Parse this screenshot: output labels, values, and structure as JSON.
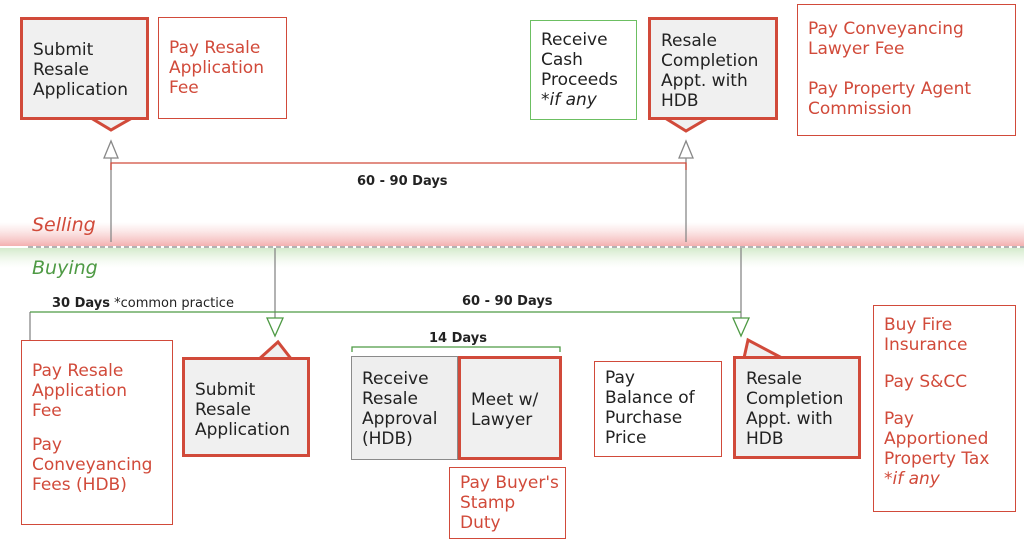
{
  "sections": {
    "selling": "Selling",
    "buying": "Buying"
  },
  "selling": {
    "submit": [
      "Submit",
      "Resale",
      "Application"
    ],
    "resale_fee": [
      "Pay Resale",
      "Application",
      "Fee"
    ],
    "receive_cash": [
      "Receive",
      "Cash",
      "Proceeds"
    ],
    "receive_cash_note": "*if any",
    "completion": [
      "Resale",
      "Completion",
      "Appt. with",
      "HDB"
    ],
    "lawyer_fee": [
      "Pay Conveyancing",
      "Lawyer Fee"
    ],
    "agent_commission": [
      "Pay Property Agent",
      "Commission"
    ],
    "span_label": "60 - 90 Days"
  },
  "buying": {
    "fees": [
      "Pay Resale",
      "Application",
      "Fee"
    ],
    "conveyancing": [
      "Pay",
      "Conveyancing",
      "Fees (HDB)"
    ],
    "submit": [
      "Submit",
      "Resale",
      "Application"
    ],
    "receive_approval": [
      "Receive",
      "Resale",
      "Approval",
      "(HDB)"
    ],
    "meet_lawyer": [
      "Meet w/",
      "Lawyer"
    ],
    "stamp_duty": [
      "Pay Buyer's",
      "Stamp",
      "Duty"
    ],
    "balance": [
      "Pay",
      "Balance of",
      "Purchase",
      "Price"
    ],
    "completion": [
      "Resale",
      "Completion",
      "Appt. with",
      "HDB"
    ],
    "fire_insurance": [
      "Buy Fire",
      "Insurance"
    ],
    "scc": [
      "Pay S&CC"
    ],
    "property_tax": [
      "Pay",
      "Apportioned",
      "Property Tax"
    ],
    "property_tax_note": "*if any",
    "span_30_bold": "30 Days",
    "span_30_note": " *common practice",
    "span_6090": "60 - 90 Days",
    "span_14": "14 Days"
  },
  "colors": {
    "red": "#d14a3a",
    "green": "#6cbf62",
    "grey": "#8a8a8a"
  }
}
